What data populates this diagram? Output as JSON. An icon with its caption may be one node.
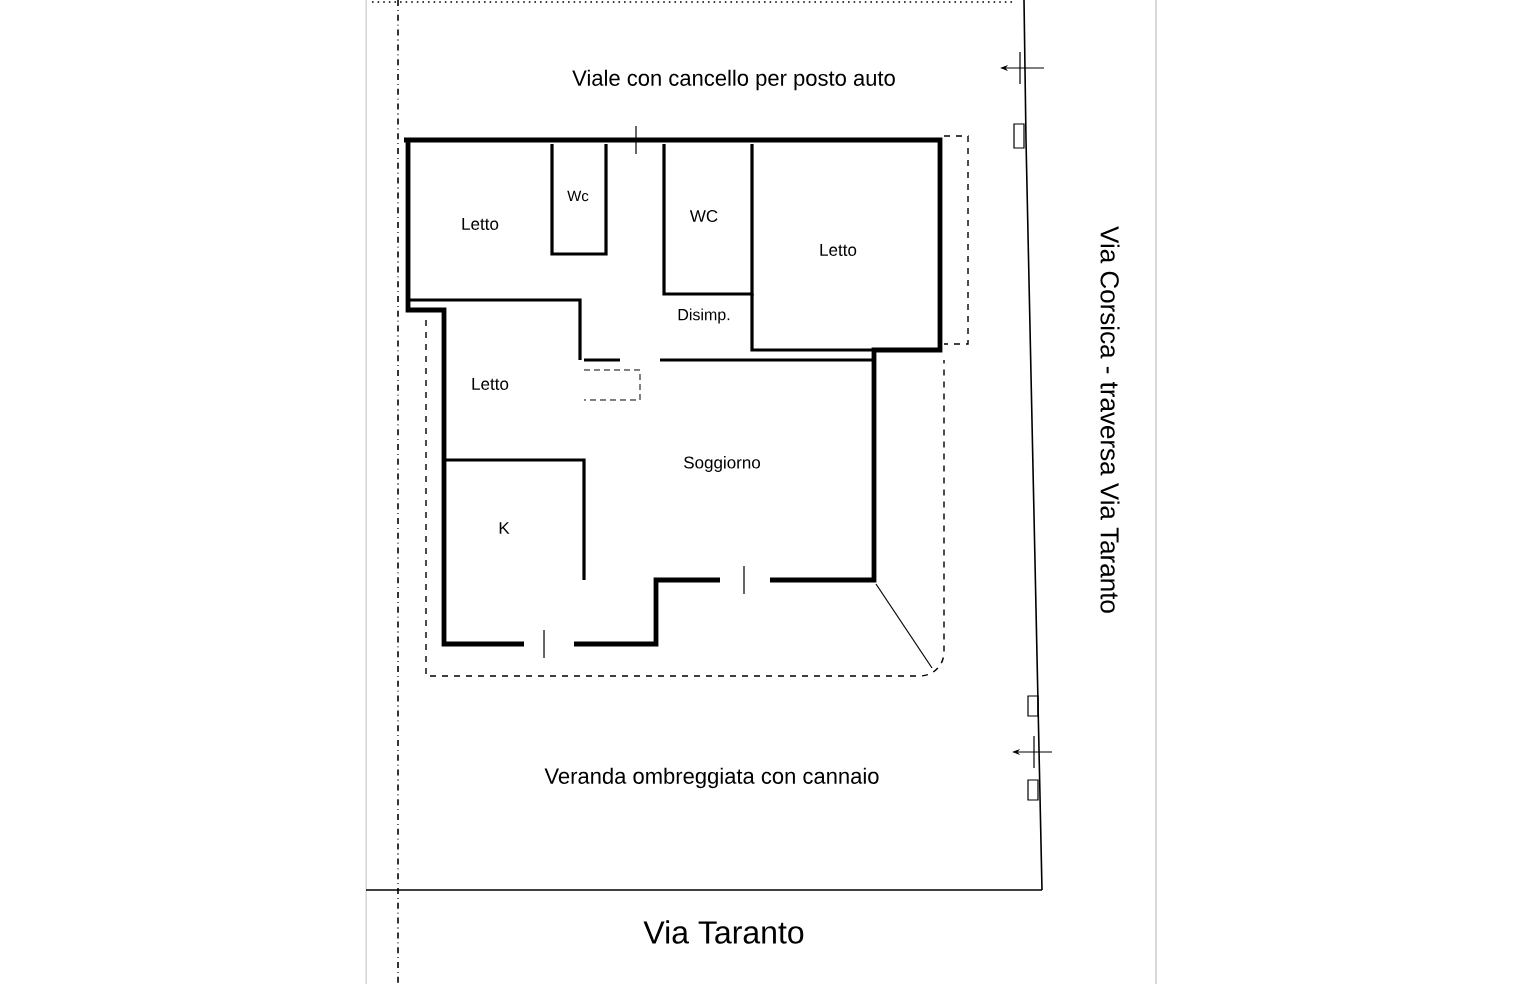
{
  "diagram": {
    "labels": [
      "Viale con cancello per posto auto",
      "Letto",
      "Wc",
      "WC",
      "Letto",
      "Disimp.",
      "Letto",
      "Soggiorno",
      "K",
      "Veranda ombreggiata con cannaio",
      "Via Corsica - traversa Via Taranto",
      "Via Taranto"
    ]
  }
}
